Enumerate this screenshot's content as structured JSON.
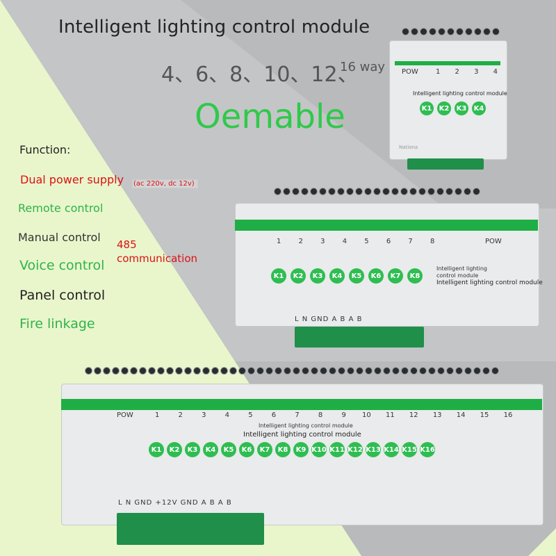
{
  "colors": {
    "accent_green": "#2fc94a",
    "warning_red": "#dd1111",
    "bg_gray": "#b8b9bb",
    "bg_lightgreen": "#e6f5c8"
  },
  "header": {
    "title": "Intelligent lighting control module",
    "ways": "4、6、8、10、12、",
    "ways_suffix": "16 way",
    "brand": "Oemable"
  },
  "functions": {
    "heading": "Function:",
    "dual_power": "Dual power supply",
    "dual_power_note": "(ac 220v, dc 12v)",
    "remote": "Remote control",
    "manual": "Manual control",
    "comm": "485 communication",
    "voice": "Voice control",
    "panel": "Panel control",
    "fire": "Fire linkage"
  },
  "module4": {
    "pow": "POW",
    "leds": [
      "1",
      "2",
      "3",
      "4"
    ],
    "label": "Intelligent lighting control module",
    "keys": [
      "K1",
      "K2",
      "K3",
      "K4"
    ],
    "bottom": "Nationa"
  },
  "module8": {
    "pow": "POW",
    "leds": [
      "1",
      "2",
      "3",
      "4",
      "5",
      "6",
      "7",
      "8"
    ],
    "label_small": "Intelligent lighting control module",
    "label": "Intelligent lighting control module",
    "keys": [
      "K1",
      "K2",
      "K3",
      "K4",
      "K5",
      "K6",
      "K7",
      "K8"
    ],
    "terms": "L N   GND   A B A B"
  },
  "module16": {
    "pow": "POW",
    "leds": [
      "1",
      "2",
      "3",
      "4",
      "5",
      "6",
      "7",
      "8",
      "9",
      "10",
      "11",
      "12",
      "13",
      "14",
      "15",
      "16"
    ],
    "label_small": "Intelligent lighting control module",
    "label": "Intelligent lighting control module",
    "keys": [
      "K1",
      "K2",
      "K3",
      "K4",
      "K5",
      "K6",
      "K7",
      "K8",
      "K9",
      "K10",
      "K11",
      "K12",
      "K13",
      "K14",
      "K15",
      "K16"
    ],
    "terms": "L N   GND   +12V GND A B A B"
  }
}
